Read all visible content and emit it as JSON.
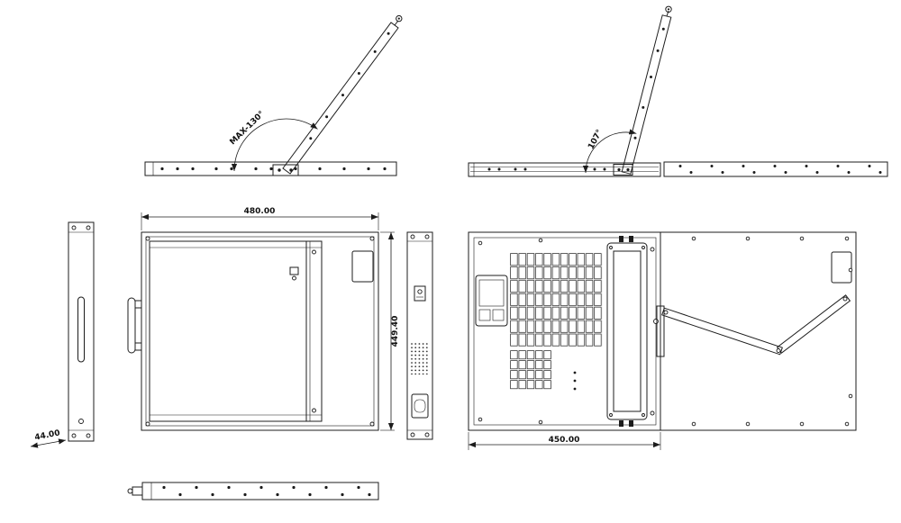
{
  "page": {
    "background": "#ffffff",
    "line_color": "#1c1c1c"
  },
  "labels": {
    "max_angle": "MAX-130°",
    "partial_angle": "107°",
    "width_closed": "480.00",
    "depth": "449.40",
    "panel_height": "44.00",
    "width_open": "450.00"
  }
}
